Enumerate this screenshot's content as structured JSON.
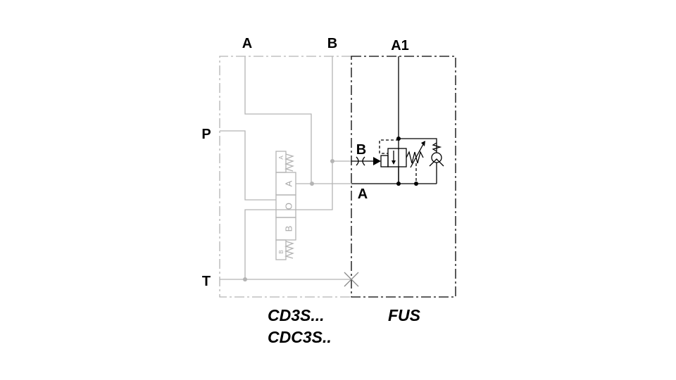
{
  "ports": {
    "a_top": "A",
    "b_top": "B",
    "a1_top": "A1",
    "p_left": "P",
    "t_left": "T",
    "b_inner": "B",
    "a_inner": "A"
  },
  "valve": {
    "pos_a": "A",
    "pos_o": "O",
    "pos_b": "B",
    "spring_a": "A",
    "spring_b": "B"
  },
  "captions": {
    "left_line1": "CD3S...",
    "left_line2": "CDC3S..",
    "right": "FUS"
  },
  "colors": {
    "left_module": "#b4b4b4",
    "right_module": "#000000"
  }
}
